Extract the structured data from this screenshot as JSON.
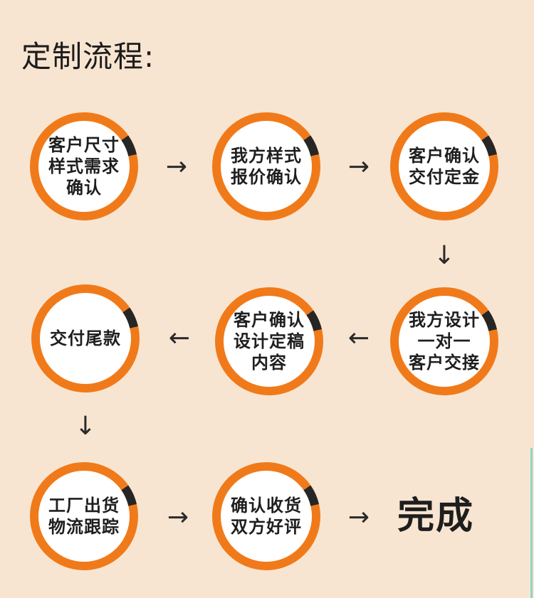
{
  "title": "定制流程:",
  "steps": [
    {
      "lines": [
        "客户尺寸",
        "样式需求",
        "确认"
      ]
    },
    {
      "lines": [
        "我方样式",
        "报价确认"
      ]
    },
    {
      "lines": [
        "客户确认",
        "交付定金"
      ]
    },
    {
      "lines": [
        "我方设计",
        "一对一",
        "客户交接"
      ]
    },
    {
      "lines": [
        "客户确认",
        "设计定稿",
        "内容"
      ]
    },
    {
      "lines": [
        "交付尾款"
      ]
    },
    {
      "lines": [
        "工厂出货",
        "物流跟踪"
      ]
    },
    {
      "lines": [
        "确认收货",
        "双方好评"
      ]
    }
  ],
  "final": "完成",
  "arrows": {
    "right": "→",
    "left": "←",
    "down": "↓"
  },
  "colors": {
    "background": "#f8e5d1",
    "ring": "#f07a1a",
    "ring_mark": "#262626",
    "text": "#1e1e1e"
  }
}
